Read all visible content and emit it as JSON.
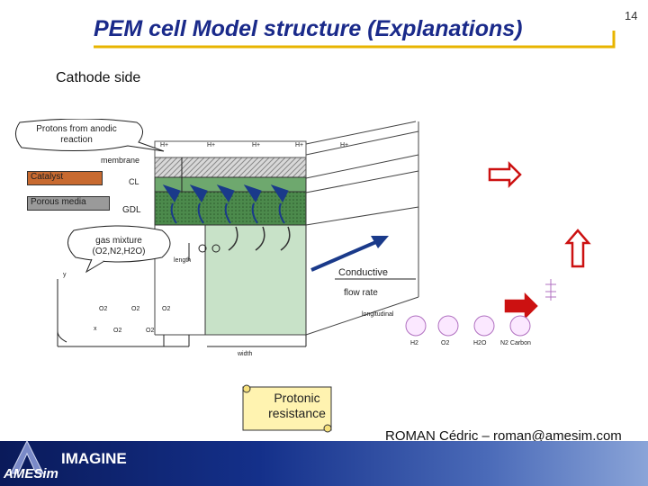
{
  "slide": {
    "title": "PEM cell Model structure (Explanations)",
    "page_number": "14",
    "subtitle": "Cathode side",
    "author": "ROMAN Cédric – roman@amesim.com"
  },
  "diagram": {
    "callout_protons": "Protons from anodic reaction",
    "proton_label": "H+",
    "membrane_label": "membrane",
    "catalyst_label": "Catalyst",
    "cl_label": "CL",
    "porous_label": "Porous media",
    "gdl_label": "GDL",
    "gas_mixture": "gas mixture (O2,N2,H2O)",
    "length_label": "length",
    "y_axis": "y",
    "x_axis": "x",
    "o2_label": "O2",
    "conductive_label": "Conductive",
    "flow_rate_label": "flow rate",
    "longitudinal_label": "longitudinal",
    "width_label": "width",
    "protonic_resistance": "Protonic resistance",
    "species": [
      "H2",
      "O2",
      "H2O",
      "N2 Carbon"
    ]
  },
  "logo": {
    "brand_a": "AMESim",
    "brand_b": "IMAGINE"
  }
}
